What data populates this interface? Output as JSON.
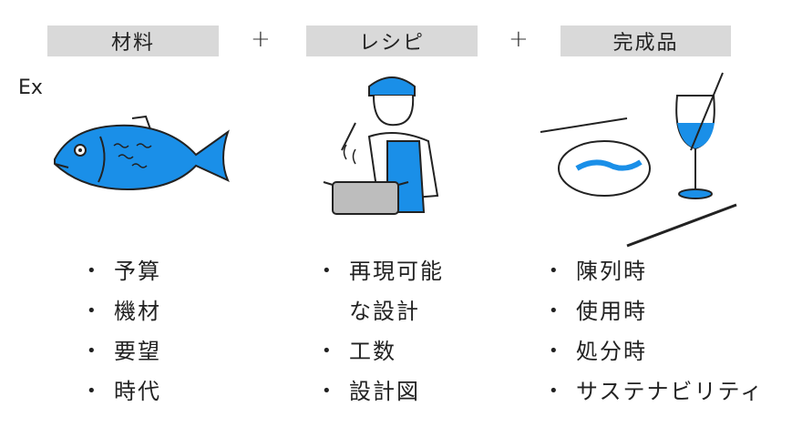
{
  "headers": [
    "材料",
    "レシピ",
    "完成品"
  ],
  "plus": "+",
  "example_label": "Ex",
  "columns": [
    {
      "items": [
        "予算",
        "機材",
        "要望",
        "時代"
      ]
    },
    {
      "items": [
        "再現可能",
        "な設計",
        "工数",
        "設計図"
      ],
      "bullets": [
        true,
        false,
        true,
        true
      ]
    },
    {
      "items": [
        "陳列時",
        "使用時",
        "処分時",
        "サステナビリティ"
      ]
    }
  ],
  "bullet": "•",
  "colors": {
    "header_bg": "#d9d9d9",
    "accent": "#1a8fe8"
  }
}
